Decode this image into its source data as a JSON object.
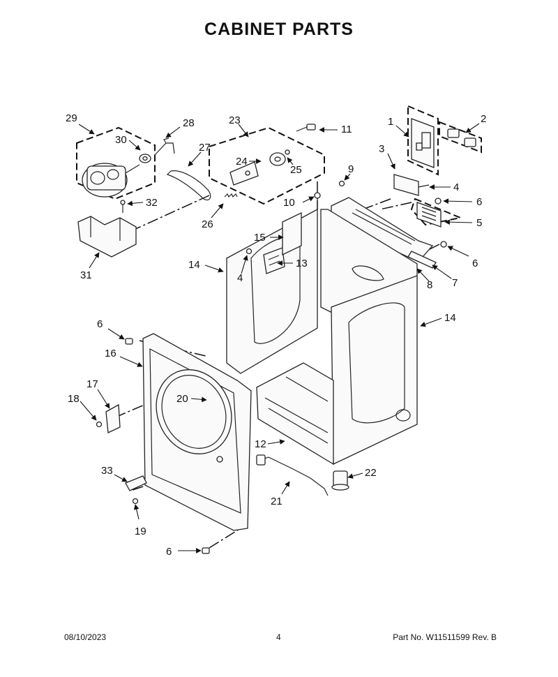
{
  "title": "CABINET PARTS",
  "footer": {
    "date": "08/10/2023",
    "page": "4",
    "part": "Part No.  W11511599  Rev.  B"
  },
  "callouts": [
    "29",
    "28",
    "27",
    "30",
    "23",
    "11",
    "1",
    "2",
    "3",
    "24",
    "25",
    "9",
    "4",
    "10",
    "6",
    "32",
    "5",
    "26",
    "15",
    "13",
    "6",
    "14",
    "4",
    "7",
    "31",
    "8",
    "14",
    "6",
    "16",
    "17",
    "20",
    "18",
    "12",
    "22",
    "33",
    "21",
    "19",
    "6"
  ]
}
